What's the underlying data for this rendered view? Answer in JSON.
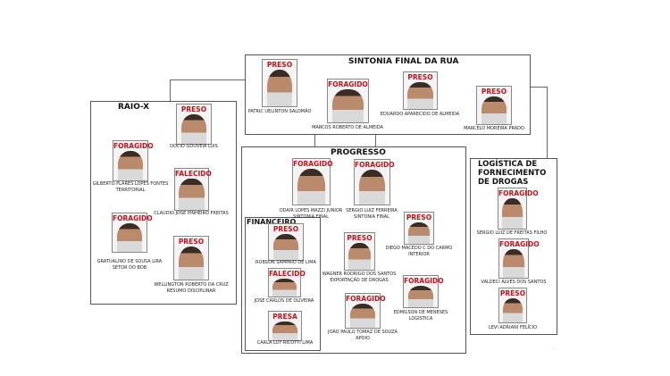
{
  "groups": {
    "sintonia": "SINTONIA FINAL DA RUA",
    "raiox": "RAIO-X",
    "progresso": "PROGRESSO",
    "financeiro": "FINANCEIRO",
    "logistica": "LOGÍSTICA DE FORNECIMENTO DE DROGAS"
  },
  "colors": {
    "status": "#c0141e"
  },
  "people": [
    {
      "status": "PRESO",
      "name": "PATRIC UELINTON SALOMÃO",
      "role": ""
    },
    {
      "status": "FORAGIDO",
      "name": "MARCOS ROBERTO DE ALMEIDA",
      "role": ""
    },
    {
      "status": "PRESO",
      "name": "EDUARDO APARECIDO DE ALMEIDA",
      "role": ""
    },
    {
      "status": "PRESO",
      "name": "MARCELO MOREIRA PRADO",
      "role": ""
    },
    {
      "status": "PRESO",
      "name": "DOCIO GOUVEIA LUIS",
      "role": ""
    },
    {
      "status": "FORAGIDO",
      "name": "GILBERTO PLARES LOPES FONTES",
      "role": "TERRITORIAL"
    },
    {
      "status": "FALECIDO",
      "name": "CLAUDIO JOSE PINHEIRO FREITAS",
      "role": ""
    },
    {
      "status": "FORAGIDO",
      "name": "GRATUALINO DE SOUSA LIRA",
      "role": "SETOR DO BOB"
    },
    {
      "status": "PRESO",
      "name": "WELLINGTON ROBERTO DA CRUZ",
      "role": "RESUMO DISCIPLINAR"
    },
    {
      "status": "FORAGIDO",
      "name": "ODAIR LOPES MAZZI JUNIOR",
      "role": "SINTONIA FINAL"
    },
    {
      "status": "FORAGIDO",
      "name": "SERGIO LUIZ FERREIRA",
      "role": "SINTONIA FINAL"
    },
    {
      "status": "PRESO",
      "name": "ROBSON SAMPAIO DE LIMA",
      "role": ""
    },
    {
      "status": "FALECIDO",
      "name": "JOSE CARLOS DE OLIVEIRA",
      "role": ""
    },
    {
      "status": "PRESA",
      "name": "CARLA LUY RICOTTI LIMA",
      "role": ""
    },
    {
      "status": "PRESO",
      "name": "DIEGO MACEDO C DO CARMO",
      "role": "INTERIOR"
    },
    {
      "status": "PRESO",
      "name": "WAGNER RODRIGO DOS SANTOS",
      "role": "EXPORTAÇÃO DE DROGAS"
    },
    {
      "status": "FORAGIDO",
      "name": "EDMILSON DE MENESES",
      "role": "LOGÍSTICA"
    },
    {
      "status": "FORAGIDO",
      "name": "JOÃO PAULO TOMAZ DE SOUZA",
      "role": "APOIO"
    },
    {
      "status": "FORAGIDO",
      "name": "SERGIO LUIZ DE FREITAS FILHO",
      "role": ""
    },
    {
      "status": "FORAGIDO",
      "name": "VALDECI ALVES DOS SANTOS",
      "role": ""
    },
    {
      "status": "PRESO",
      "name": "LEVI ADRIANI FELÍCIO",
      "role": ""
    }
  ]
}
